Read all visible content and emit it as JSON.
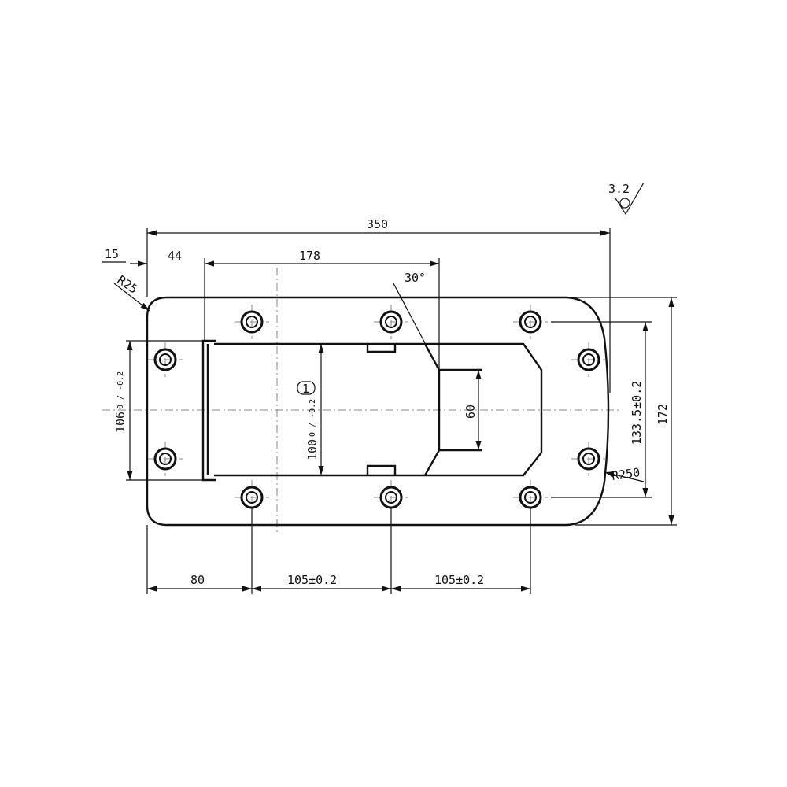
{
  "drawing": {
    "surface_finish": "3.2",
    "part_number_balloon": "1",
    "dimensions": {
      "overall_length": "350",
      "edge_offset": "15",
      "flange_offset": "44",
      "opening_length": "178",
      "corner_radius": "R25",
      "chamfer_angle": "30°",
      "flange_height": "106",
      "flange_height_tol": "0 / -0.2",
      "opening_height": "100",
      "opening_height_tol": "0 / -0.2",
      "recess_height": "60",
      "hole_pitch_vertical": "133.5±0.2",
      "overall_height": "172",
      "end_radius": "R250",
      "first_hole_offset": "80",
      "hole_pitch_1": "105±0.2",
      "hole_pitch_2": "105±0.2"
    }
  }
}
